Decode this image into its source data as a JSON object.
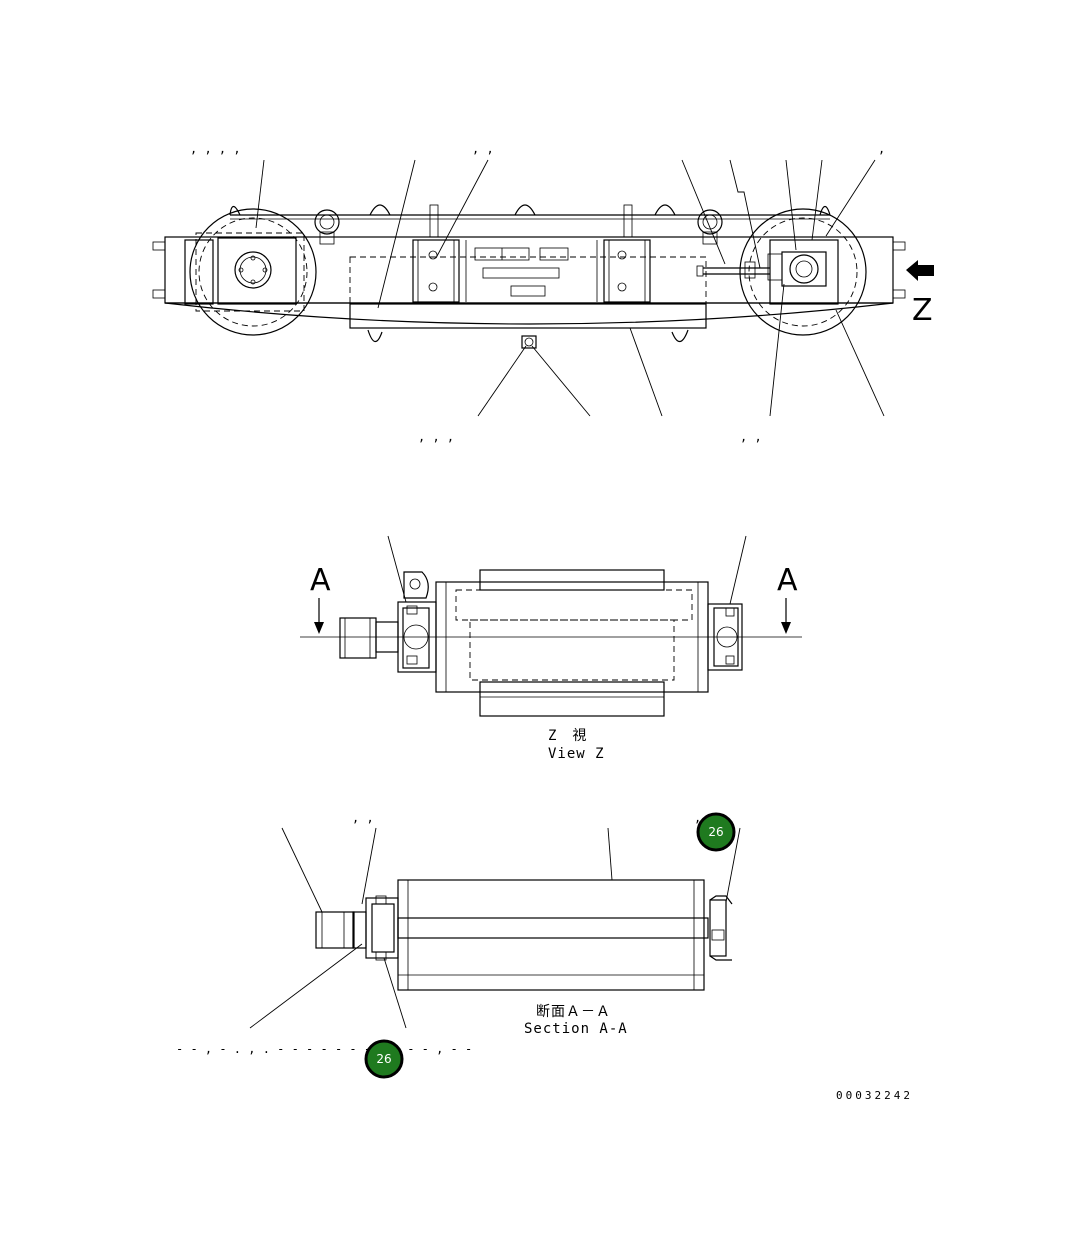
{
  "view_z": {
    "arrow_letter": "Z",
    "caption_jp": "Z　視",
    "caption_en": "View Z",
    "section_letter_left": "A",
    "section_letter_right": "A"
  },
  "section_aa": {
    "caption_jp": "断面Ａ－Ａ",
    "caption_en": "Section A-A"
  },
  "callouts": [
    {
      "label": "26"
    },
    {
      "label": "26"
    }
  ],
  "part_number": "00032242",
  "marks": {
    "top_left": ",    ,    ,    ,",
    "top_mid": ",   ,",
    "top_right": ",",
    "under_left": ",    ,    ,",
    "under_right": ",    ,",
    "mid_top": ",    ,",
    "right_top": ",    ,    ,",
    "bottom_row": "- - , - . , . - -   - - - - - . , - - ,   - -"
  }
}
